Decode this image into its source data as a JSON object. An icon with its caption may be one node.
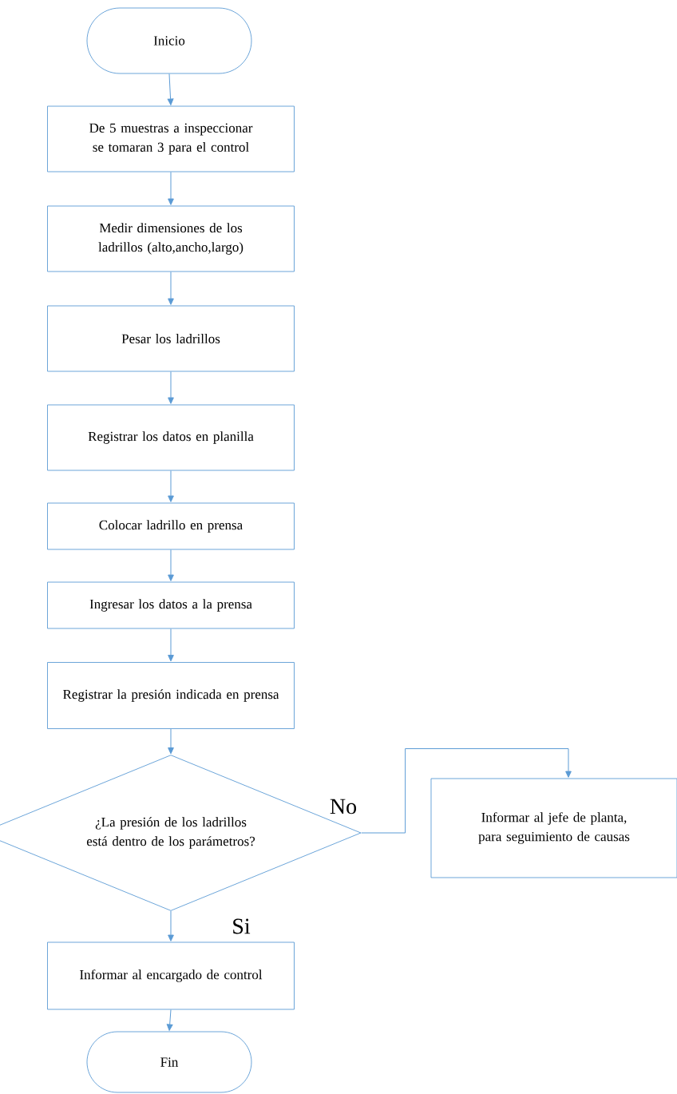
{
  "diagram": {
    "nodes": [
      {
        "text": [
          "Inicio"
        ]
      },
      {
        "text": [
          "De 5 muestras a inspeccionar se tomaran 3 para el control"
        ]
      },
      {
        "text": [
          "Medir dimensiones de los ladrillos (alto,ancho,largo)"
        ]
      },
      {
        "text": [
          "Pesar los ladrillos"
        ]
      },
      {
        "text": [
          "Registrar los datos en planilla"
        ]
      },
      {
        "text": [
          "Colocar ladrillo en prensa"
        ]
      },
      {
        "text": [
          "Ingresar los datos a la prensa"
        ]
      },
      {
        "text": [
          "Registrar la presión indicada en prensa"
        ]
      },
      {
        "text": [
          "¿La presión de los ladrillos está dentro de los parámetros?"
        ]
      },
      {
        "text": [
          "Informar al jefe de planta, para seguimiento de causas"
        ]
      },
      {
        "text": [
          "Informar al encargado de control"
        ]
      },
      {
        "text": [
          "Fin"
        ]
      }
    ],
    "edges": [
      {
        "from": 0,
        "to": 1,
        "arrow": "to"
      },
      {
        "from": 1,
        "to": 2,
        "arrow": "to"
      },
      {
        "from": 2,
        "to": 3,
        "arrow": "to"
      },
      {
        "from": 3,
        "to": 4,
        "arrow": "to"
      },
      {
        "from": 4,
        "to": 5,
        "arrow": "to"
      },
      {
        "from": 5,
        "to": 6,
        "arrow": "to"
      },
      {
        "from": 6,
        "to": 7,
        "arrow": "to"
      },
      {
        "from": 7,
        "to": 8,
        "arrow": "to"
      },
      {
        "from": 8,
        "to": 9,
        "label": "No",
        "arrow": "to"
      },
      {
        "from": 8,
        "to": 10,
        "label": "Si",
        "arrow": "to"
      },
      {
        "from": 10,
        "to": 11,
        "arrow": "to"
      }
    ]
  }
}
